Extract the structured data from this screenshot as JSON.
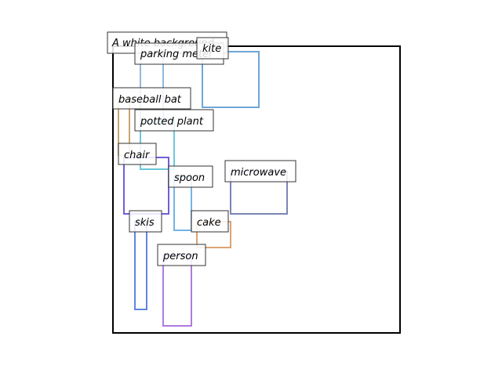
{
  "caption": "A white background",
  "colors": {
    "frame": "#000000",
    "label_border": "#333333",
    "label_fill": "#ffffff"
  },
  "objects": [
    {
      "label": "parking meter",
      "color": "#8fb8dc"
    },
    {
      "label": "kite",
      "color": "#6ea6d8"
    },
    {
      "label": "baseball bat",
      "color": "#c9a56e"
    },
    {
      "label": "potted plant",
      "color": "#6cc8d8"
    },
    {
      "label": "chair",
      "color": "#7060d8"
    },
    {
      "label": "spoon",
      "color": "#74b4e4"
    },
    {
      "label": "microwave",
      "color": "#7a86b8"
    },
    {
      "label": "skis",
      "color": "#5f86e0"
    },
    {
      "label": "cake",
      "color": "#dba474"
    },
    {
      "label": "person",
      "color": "#b07ae0"
    }
  ]
}
